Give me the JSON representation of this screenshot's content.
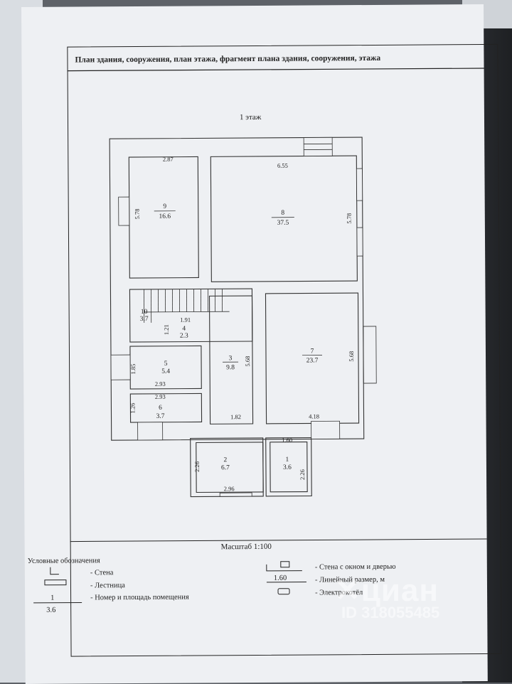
{
  "header": {
    "title": "План здания, сооружения, план этажа, фрагмент плана здания, сооружения, этажа"
  },
  "floor_label": "1 этаж",
  "rooms": [
    {
      "num": "9",
      "area": "16.6"
    },
    {
      "num": "8",
      "area": "37.5"
    },
    {
      "num": "10",
      "area": "3.7"
    },
    {
      "num": "4",
      "area": "2.3"
    },
    {
      "num": "3",
      "area": "9.8"
    },
    {
      "num": "7",
      "area": "23.7"
    },
    {
      "num": "5",
      "area": "5.4"
    },
    {
      "num": "6",
      "area": "3.7"
    },
    {
      "num": "2",
      "area": "6.7"
    },
    {
      "num": "1",
      "area": "3.6"
    }
  ],
  "dimensions": [
    "2.87",
    "5.78",
    "6.55",
    "5.78",
    "1.91",
    "1.21",
    "1.85",
    "5.68",
    "5.68",
    "2.93",
    "2.93",
    "1.26",
    "1.82",
    "4.18",
    "1.60",
    "2.26",
    "2.26",
    "2.96"
  ],
  "scale": "Масштаб 1:100",
  "legend": {
    "title": "Условные обозначения",
    "items": [
      "- Стена",
      "- Лестница",
      "- Номер и площадь помещения",
      "- Стена с окном и дверью",
      "- Линейный размер, м",
      "- Электрокотёл"
    ],
    "sample_number": "1",
    "sample_area": "3.6",
    "sample_dimension": "1.60"
  },
  "watermark": {
    "logo": "✕циан",
    "id": "ID 318055485"
  }
}
